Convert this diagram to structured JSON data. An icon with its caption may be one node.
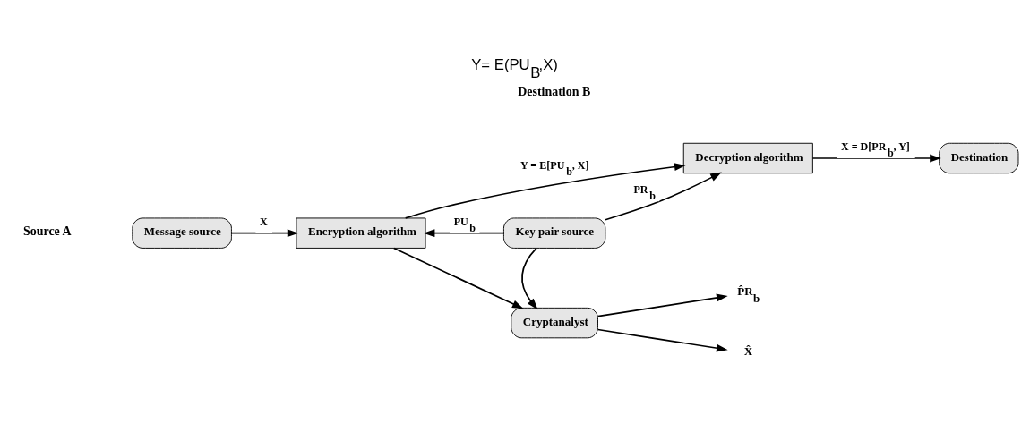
{
  "diagram": {
    "title": "Y= E(PU$_{B}$,X)",
    "nodes": [
      {
        "text": [
          "Message source"
        ]
      },
      {
        "text": [
          "Encryption algorithm"
        ]
      },
      {
        "text": [
          "Cryptanalyst"
        ]
      },
      {
        "text": [
          "Decryption algorithm"
        ]
      },
      {
        "text": [
          "Destination"
        ]
      },
      {
        "text": [
          "Key pair source"
        ]
      },
      {
        "text": [
          "X̂"
        ]
      },
      {
        "text": [
          "P̂R$_{b}$"
        ]
      }
    ],
    "edges": [
      {
        "from": 0,
        "to": 1,
        "arrow": "to",
        "label": "X"
      },
      {
        "from": 1,
        "to": 3,
        "arrow": "to",
        "label": "Y = E[PU$_{b}$, X]"
      },
      {
        "from": 1,
        "to": 2,
        "arrow": "to"
      },
      {
        "from": 5,
        "to": 2,
        "arrow": "to"
      },
      {
        "from": 5,
        "to": 1,
        "arrow": "to",
        "label": "PU$_{b}$"
      },
      {
        "from": 5,
        "to": 3,
        "arrow": "to",
        "label": "PR$_{b}$"
      },
      {
        "from": 3,
        "to": 4,
        "arrow": "to",
        "label": "X = D[PR$_{b}$, Y]"
      },
      {
        "from": 2,
        "to": 6,
        "arrow": "to"
      },
      {
        "from": 2,
        "to": 7,
        "arrow": "to"
      }
    ],
    "labels": [
      "Source A",
      "Destination B"
    ]
  }
}
